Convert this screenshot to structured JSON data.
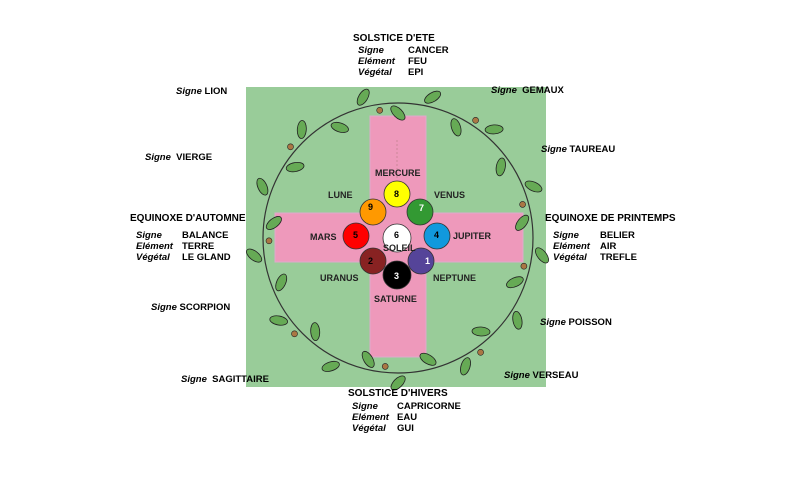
{
  "solstice_ete": {
    "title": "SOLSTICE D'ETE",
    "signe_label": "Signe",
    "signe": "CANCER",
    "element_label": "Elément",
    "element": "FEU",
    "vegetal_label": "Végétal",
    "vegetal": "EPI"
  },
  "solstice_hiver": {
    "title": "SOLSTICE D'HIVERS",
    "signe_label": "Signe",
    "signe": "CAPRICORNE",
    "element_label": "Elément",
    "element": "EAU",
    "vegetal_label": "Végétal",
    "vegetal": "GUI"
  },
  "equinoxe_automne": {
    "title": "EQUINOXE D'AUTOMNE",
    "signe_label": "Signe",
    "signe": "BALANCE",
    "element_label": "Elément",
    "element": "TERRE",
    "vegetal_label": "Végétal",
    "vegetal": "LE GLAND"
  },
  "equinoxe_printemps": {
    "title": "EQUINOXE DE PRINTEMPS",
    "signe_label": "Signe",
    "signe": "BELIER",
    "element_label": "Elément",
    "element": "AIR",
    "vegetal_label": "Végétal",
    "vegetal": "TREFLE"
  },
  "signs": {
    "label": "Signe",
    "lion": "LION",
    "gemaux": "GEMAUX",
    "vierge": "VIERGE",
    "taureau": "TAUREAU",
    "scorpion": "SCORPION",
    "poisson": "POISSON",
    "sagittaire": "SAGITTAIRE",
    "verseau": "VERSEAU"
  },
  "planets": {
    "mercure": {
      "name": "MERCURE",
      "num": "8",
      "color": "#ffff00"
    },
    "lune": {
      "name": "LUNE",
      "num": "9",
      "color": "#ff9900"
    },
    "venus": {
      "name": "VENUS",
      "num": "7",
      "color": "#339933"
    },
    "mars": {
      "name": "MARS",
      "num": "5",
      "color": "#ff0000"
    },
    "soleil": {
      "name": "SOLEIL",
      "num": "6",
      "color": "#ffffff"
    },
    "jupiter": {
      "name": "JUPITER",
      "num": "4",
      "color": "#1199dd"
    },
    "uranus": {
      "name": "URANUS",
      "num": "2",
      "color": "#882222"
    },
    "saturne": {
      "name": "SATURNE",
      "num": "3",
      "color": "#000000"
    },
    "neptune": {
      "name": "NEPTUNE",
      "num": "1",
      "color": "#554499"
    }
  },
  "colors": {
    "garden": "#99cc99",
    "cross": "#ee99bb",
    "leaf": "#66aa55",
    "stroke": "#222222",
    "acorn": "#aa7744"
  }
}
